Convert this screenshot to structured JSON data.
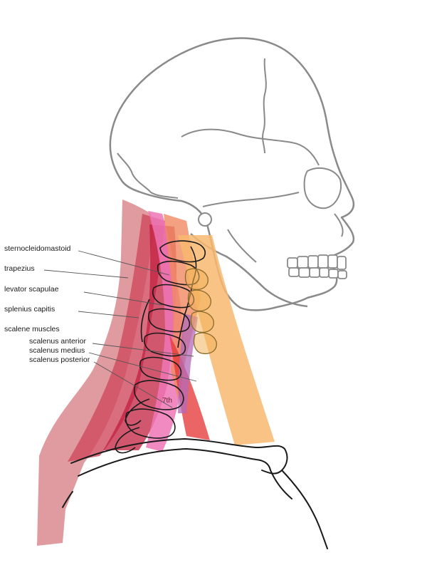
{
  "labels": {
    "sternocleidomastoid": "sternocleidomastoid",
    "trapezius": "trapezius",
    "levator_scapulae": "levator scapulae",
    "splenius_capitis": "splenius capitis",
    "scalene_muscles": "scalene muscles",
    "scalenus_anterior": "scalenus anterior",
    "scalenus_medius": "scalenus medius",
    "scalenus_posterior": "scalenus posterior",
    "vertebra_7th": "7th"
  },
  "colors": {
    "trapezius": "#d98a8e",
    "splenius_capitis": "#cf4a5e",
    "levator_scapulae": "#c21f3f",
    "sternocleidomastoid": "#ee76b6",
    "scalenus_anterior": "#f08a60",
    "scalenus_medius": "#e53a3a",
    "scalenus_posterior": "#b46ab8",
    "sternocleidomastoid_front": "#f8b870",
    "outline": "#8a8a8a",
    "bone_line": "#1a1a1a",
    "leader": "#555555"
  }
}
